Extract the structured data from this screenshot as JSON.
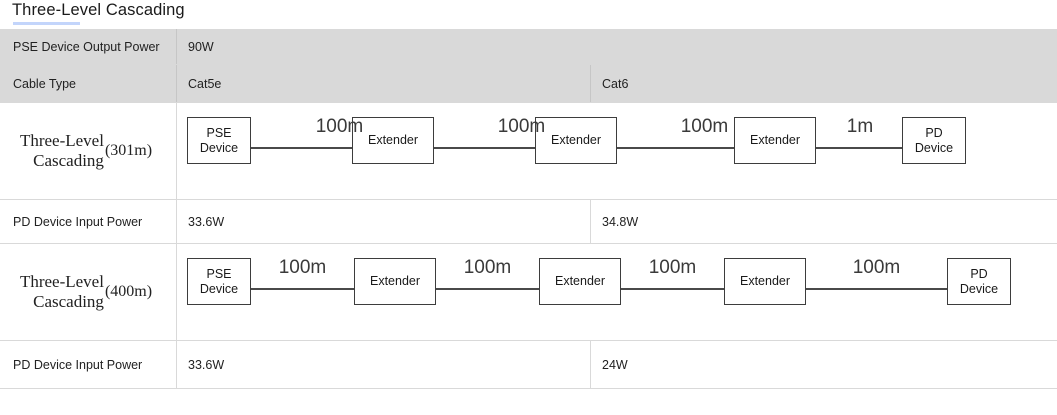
{
  "page": {
    "title": "Three-Level Cascading"
  },
  "table": {
    "rows": {
      "pse_output": {
        "label": "PSE Device Output Power",
        "value": "90W"
      },
      "cable_type": {
        "label": "Cable Type",
        "cat5e": "Cat5e",
        "cat6": "Cat6"
      },
      "diagram_301": {
        "label_line1": "Three-Level",
        "label_line2": "Cascading",
        "label_paren": "(301m)"
      },
      "pd_input_1": {
        "label": "PD Device Input Power",
        "cat5e": "33.6W",
        "cat6": "34.8W"
      },
      "diagram_400": {
        "label_line1": "Three-Level",
        "label_line2": "Cascading",
        "label_paren": "(400m)"
      },
      "pd_input_2": {
        "label": "PD Device Input Power",
        "cat5e": "33.6W",
        "cat6": "24W"
      }
    }
  },
  "diagram_301": {
    "nodes": [
      {
        "id": "pse",
        "label": "PSE\nDevice",
        "line1": "PSE",
        "line2": "Device"
      },
      {
        "id": "extender1",
        "label": "Extender",
        "line1": "Extender",
        "line2": ""
      },
      {
        "id": "extender2",
        "label": "Extender",
        "line1": "Extender",
        "line2": ""
      },
      {
        "id": "extender3",
        "label": "Extender",
        "line1": "Extender",
        "line2": ""
      },
      {
        "id": "pd",
        "label": "PD\nDevice",
        "line1": "PD",
        "line2": "Device"
      }
    ],
    "links": [
      {
        "from": "pse",
        "to": "extender1",
        "label": "100m"
      },
      {
        "from": "extender1",
        "to": "extender2",
        "label": "100m"
      },
      {
        "from": "extender2",
        "to": "extender3",
        "label": "100m"
      },
      {
        "from": "extender3",
        "to": "pd",
        "label": "1m"
      }
    ],
    "total_distance": "301m"
  },
  "diagram_400": {
    "nodes": [
      {
        "id": "pse",
        "line1": "PSE",
        "line2": "Device"
      },
      {
        "id": "extender1",
        "line1": "Extender",
        "line2": ""
      },
      {
        "id": "extender2",
        "line1": "Extender",
        "line2": ""
      },
      {
        "id": "extender3",
        "line1": "Extender",
        "line2": ""
      },
      {
        "id": "pd",
        "line1": "PD",
        "line2": "Device"
      }
    ],
    "links": [
      {
        "from": "pse",
        "to": "extender1",
        "label": "100m"
      },
      {
        "from": "extender1",
        "to": "extender2",
        "label": "100m"
      },
      {
        "from": "extender2",
        "to": "extender3",
        "label": "100m"
      },
      {
        "from": "extender3",
        "to": "pd",
        "label": "100m"
      }
    ],
    "total_distance": "400m"
  },
  "colors": {
    "header_shade": "#d9d9d9",
    "grid_line": "#d9d9d9",
    "node_border": "#3d3d3d",
    "link": "#4a4a4a",
    "title_underline": "#c3d5fb",
    "text": "#222222"
  }
}
